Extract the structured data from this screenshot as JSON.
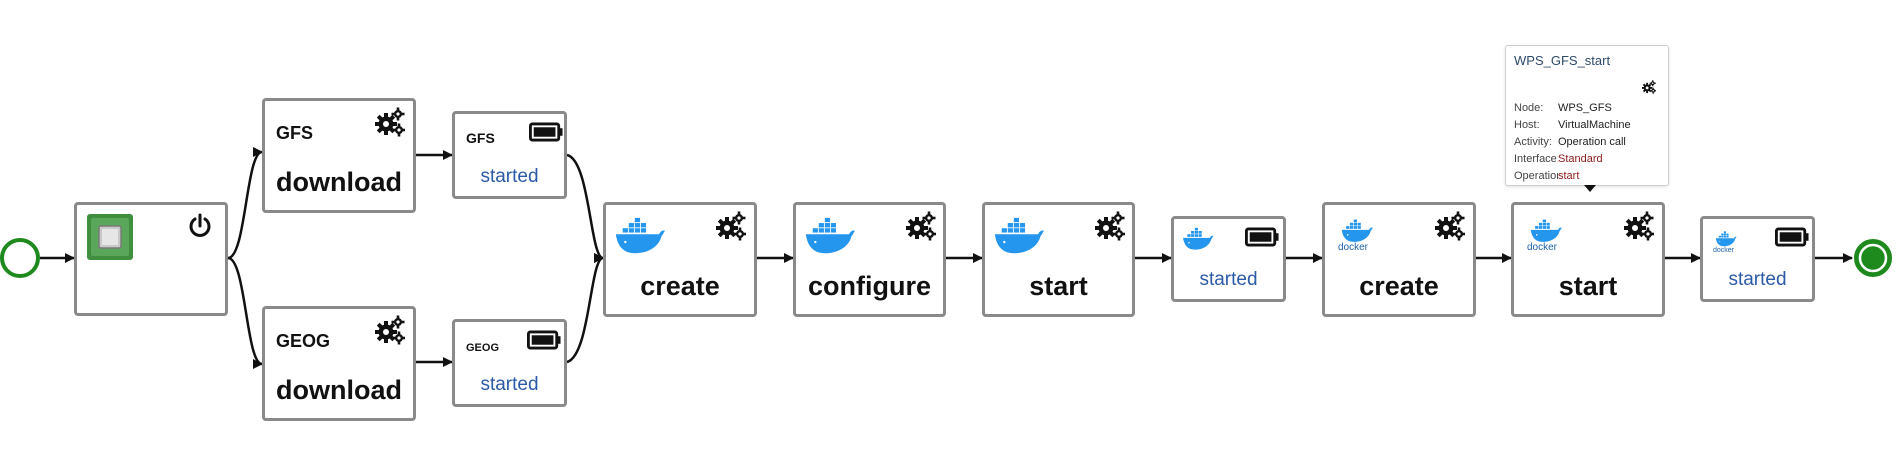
{
  "nodes": {
    "compute": {},
    "gfs_download": {
      "subtitle": "GFS",
      "label": "download"
    },
    "gfs_started": {
      "subtitle": "GFS",
      "label": "started"
    },
    "geog_download": {
      "subtitle": "GEOG",
      "label": "download"
    },
    "geog_started": {
      "subtitle": "GEOG",
      "label": "started"
    },
    "docker_create": {
      "label": "create"
    },
    "docker_configure": {
      "label": "configure"
    },
    "docker_start": {
      "label": "start"
    },
    "docker_started": {
      "label": "started"
    },
    "container_create": {
      "label": "create"
    },
    "container_start": {
      "label": "start"
    },
    "container_started": {
      "label": "started"
    }
  },
  "docker_text": "docker",
  "tooltip": {
    "title": "WPS_GFS_start",
    "rows": [
      {
        "key": "Node:",
        "value": "WPS_GFS"
      },
      {
        "key": "Host:",
        "value": "VirtualMachine"
      },
      {
        "key": "Activity:",
        "value": "Operation call"
      },
      {
        "key": "Interface:",
        "value": "Standard"
      },
      {
        "key": "Operation:",
        "value": "start"
      }
    ]
  },
  "colors": {
    "start_event": "#1e8a1e",
    "end_event": "#1e8a1e",
    "docker_blue": "#2496ed",
    "state_text": "#2b5aa6",
    "tooltip_value_red": "#8b1a1a",
    "chip_green": "#3f8f3f"
  }
}
